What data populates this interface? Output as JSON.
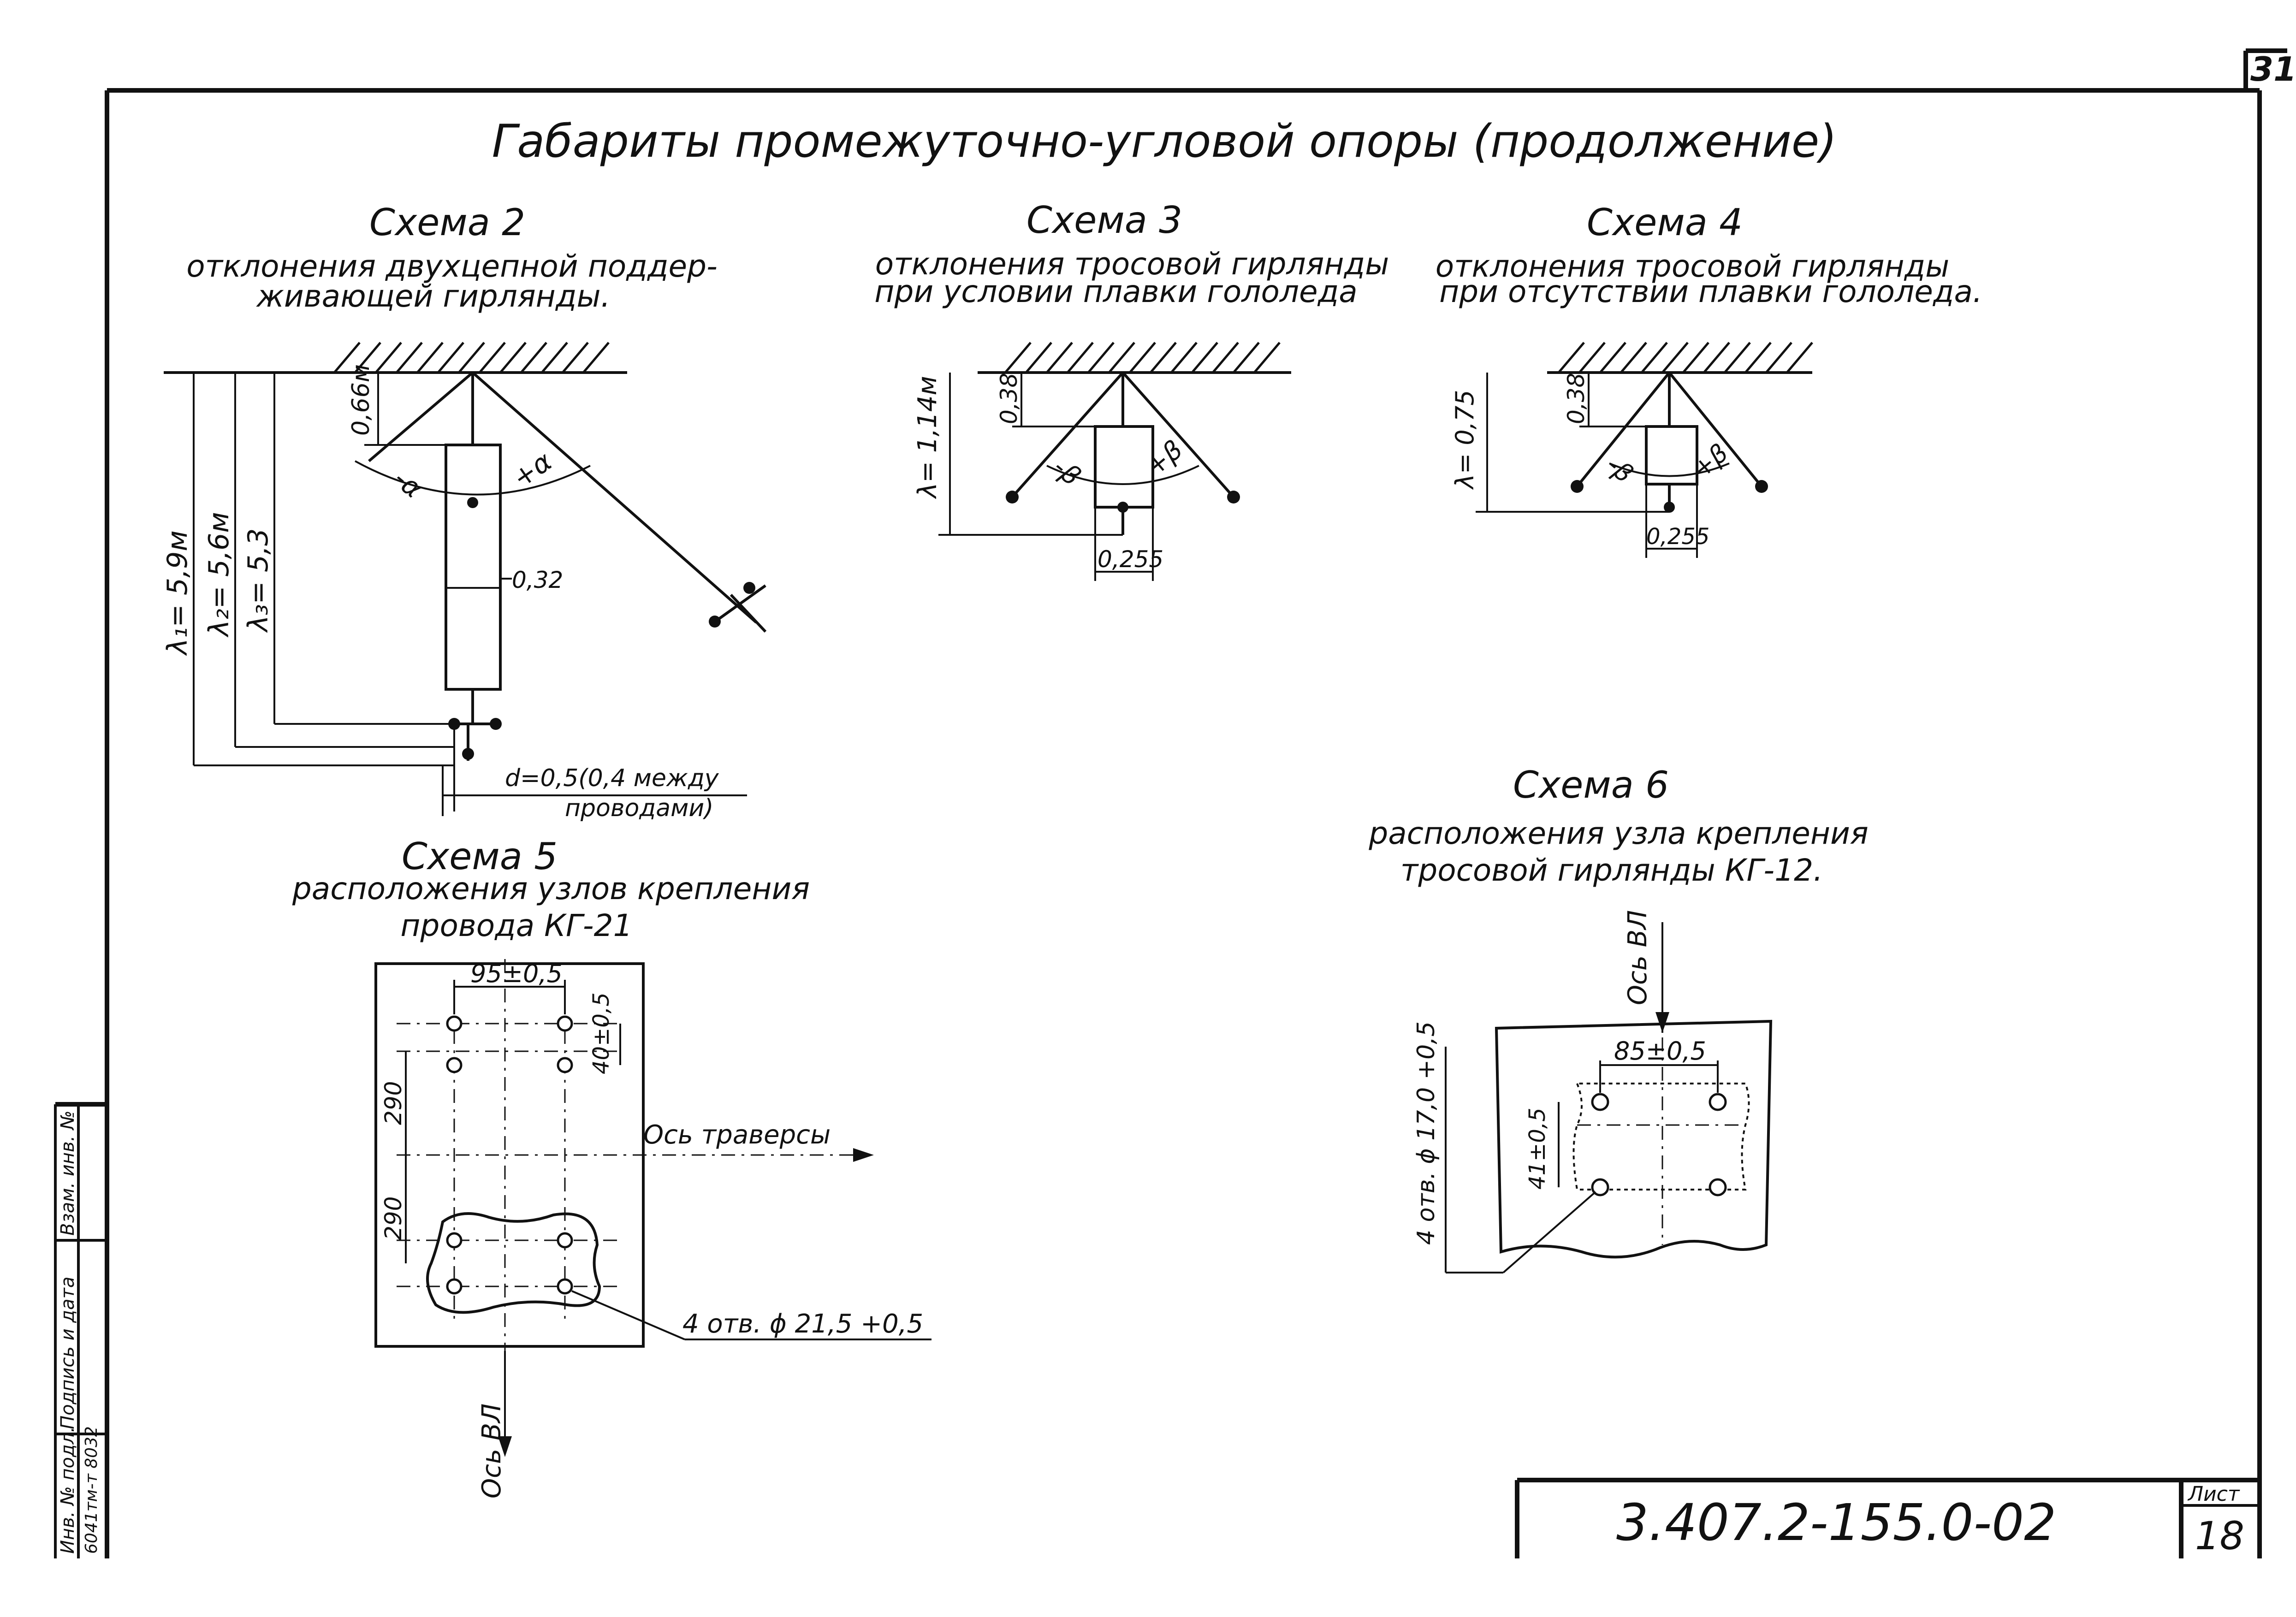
{
  "sheet_corner": "31",
  "title": "Габариты промежуточно-угловой опоры (продолжение)",
  "scheme2": {
    "heading": "Схема 2",
    "caption_line1": "отклонения двухцепной поддер-",
    "caption_line2": "живающей гирлянды.",
    "lambda1": "λ₁= 5,9м",
    "lambda2": "λ₂= 5,6м",
    "lambda3": "λ₃= 5,3",
    "top_dim": "0,66м",
    "minus_alpha": "-α",
    "plus_alpha": "+α",
    "width_dim": "0,32",
    "d_line1": "d=0,5(0,4 между",
    "d_line2": "проводами)"
  },
  "scheme3": {
    "heading": "Схема 3",
    "caption_line1": "отклонения тросовой гирлянды",
    "caption_line2": "при условии плавки гололеда",
    "lambda": "λ= 1,14м",
    "top_dim": "0,38",
    "minus_beta": "-β",
    "plus_beta": "+β",
    "width_dim": "0,255"
  },
  "scheme4": {
    "heading": "Схема 4",
    "caption_line1": "отклонения тросовой гирлянды",
    "caption_line2": "при отсутствии плавки гололеда.",
    "lambda": "λ= 0,75",
    "top_dim": "0,38",
    "minus_beta": "-β",
    "plus_beta": "+β",
    "width_dim": "0,255"
  },
  "scheme5": {
    "heading": "Схема 5",
    "caption_line1": "расположения узлов крепления",
    "caption_line2": "провода КГ-21",
    "dim_top": "95±0,5",
    "dim_side": "40±0,5",
    "dim_290_top": "290",
    "dim_290_bottom": "290",
    "axis_traverse": "Ось траверсы",
    "holes_note": "4 отв. ϕ 21,5 +0,5",
    "axis_vl": "Ось ВЛ"
  },
  "scheme6": {
    "heading": "Схема 6",
    "caption_line1": "расположения узла крепления",
    "caption_line2": "тросовой гирлянды КГ-12.",
    "axis_vl": "Ось ВЛ",
    "dim_top": "85±0,5",
    "dim_side": "41±0,5",
    "holes_note": "4 отв. ϕ 17,0 +0,5"
  },
  "side_stamp": {
    "cell1": "Инв. № подл.",
    "cell2": "Подпись и дата",
    "cell3": "Взам. инв. №",
    "code": "6041тм-т 8032"
  },
  "title_block": {
    "document_code": "3.407.2-155.0-02",
    "sheet_label": "Лист",
    "sheet_number": "18"
  }
}
